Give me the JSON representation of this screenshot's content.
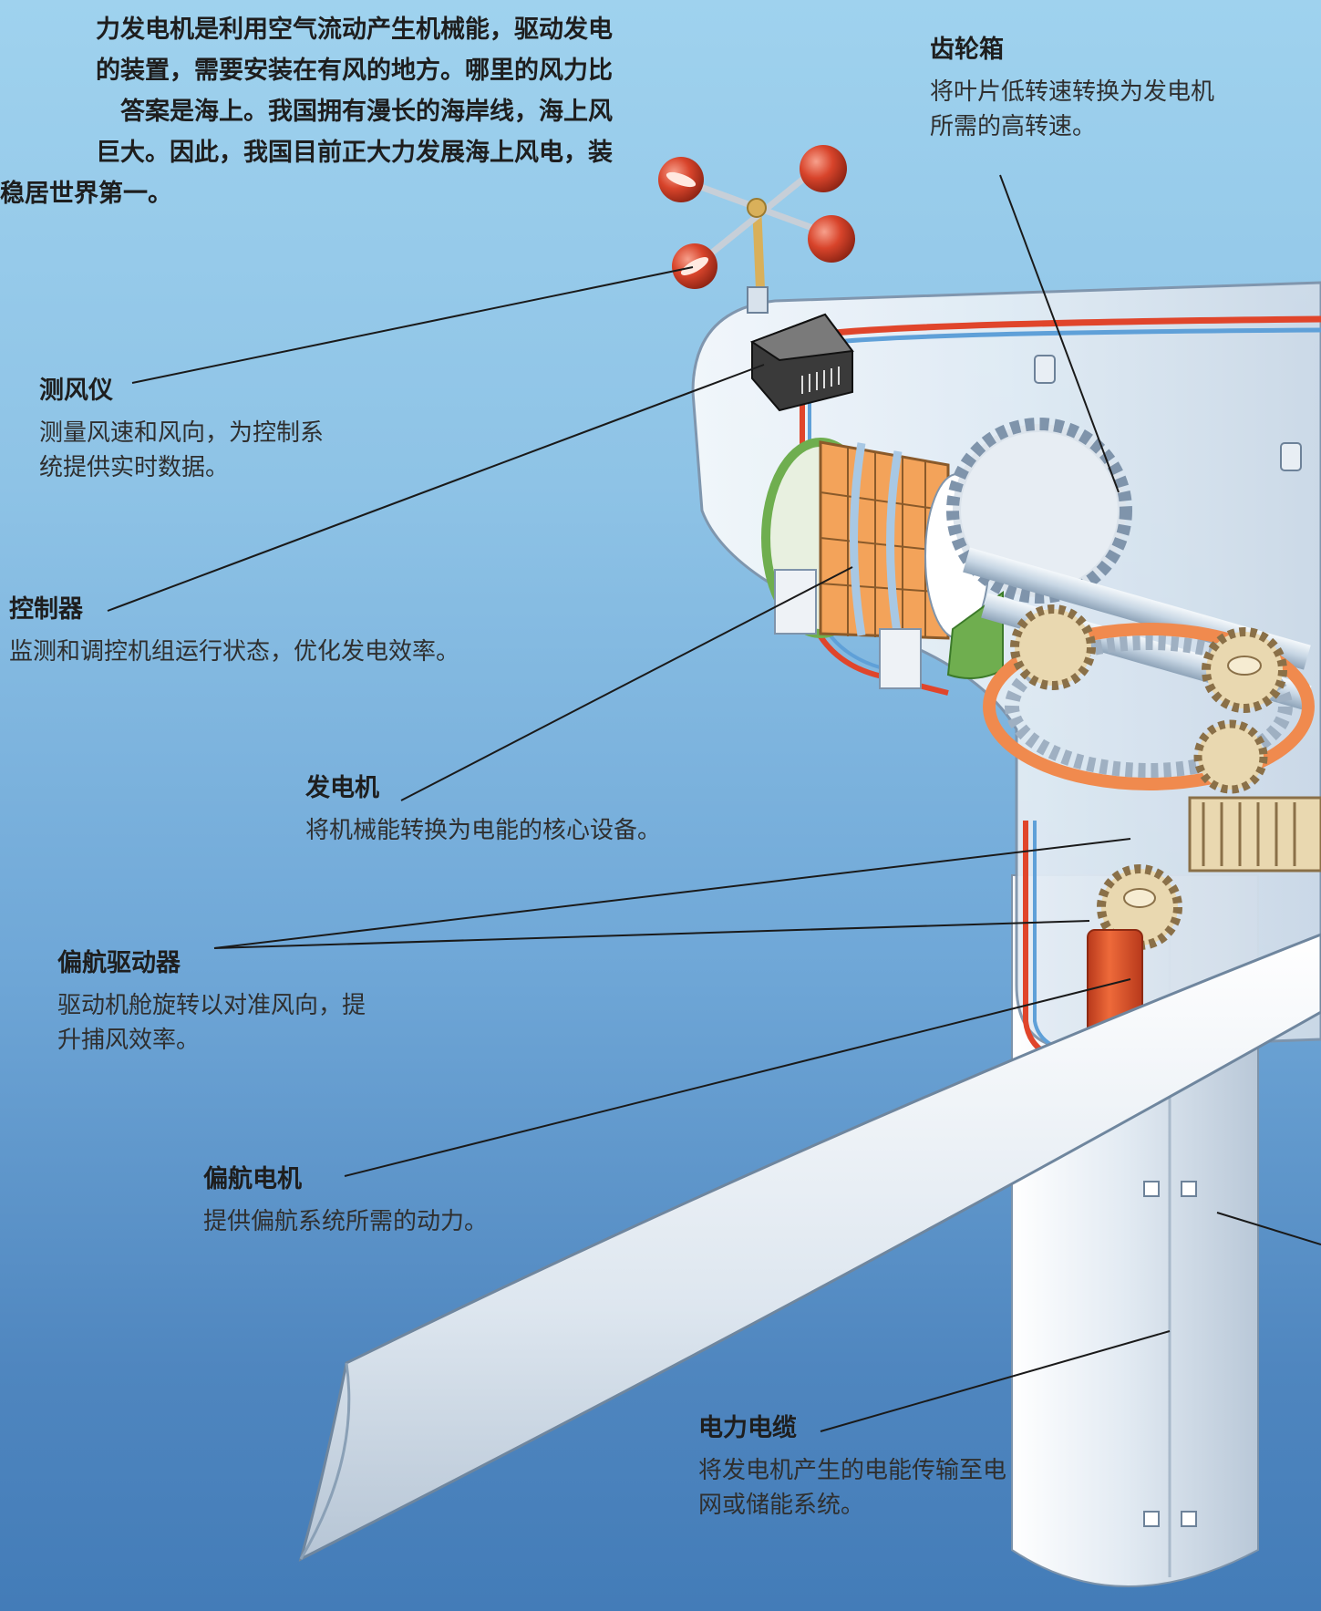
{
  "intro_lines": [
    "力发电机是利用空气流动产生机械能，驱动发电",
    "的装置，需要安装在有风的地方。哪里的风力比",
    "答案是海上。我国拥有漫长的海岸线，海上风",
    "巨大。因此，我国目前正大力发展海上风电，装",
    "稳居世界第一。"
  ],
  "labels": {
    "gearbox": {
      "title": "齿轮箱",
      "desc": "将叶片低转速转换为发电机所需的高转速。"
    },
    "anemometer": {
      "title": "测风仪",
      "desc": "测量风速和风向，为控制系统提供实时数据。"
    },
    "controller": {
      "title": "控制器",
      "desc": "监测和调控机组运行状态，优化发电效率。"
    },
    "generator": {
      "title": "发电机",
      "desc": "将机械能转换为电能的核心设备。"
    },
    "yaw_drive": {
      "title": "偏航驱动器",
      "desc": "驱动机舱旋转以对准风向，提升捕风效率。"
    },
    "yaw_motor": {
      "title": "偏航电机",
      "desc": "提供偏航系统所需的动力。"
    },
    "cable": {
      "title": "电力电缆",
      "desc": "将发电机产生的电能传输至电网或储能系统。"
    }
  },
  "colors": {
    "sky_top": "#9fd2ee",
    "sky_bottom": "#437cb8",
    "cable_red": "#e0452b",
    "cable_blue": "#5fa0d8",
    "gear_beige": "#e9d8b0",
    "coil_orange": "#f3a35a",
    "motor_orange": "#d9542a",
    "ring_orange": "#f08a4e"
  }
}
